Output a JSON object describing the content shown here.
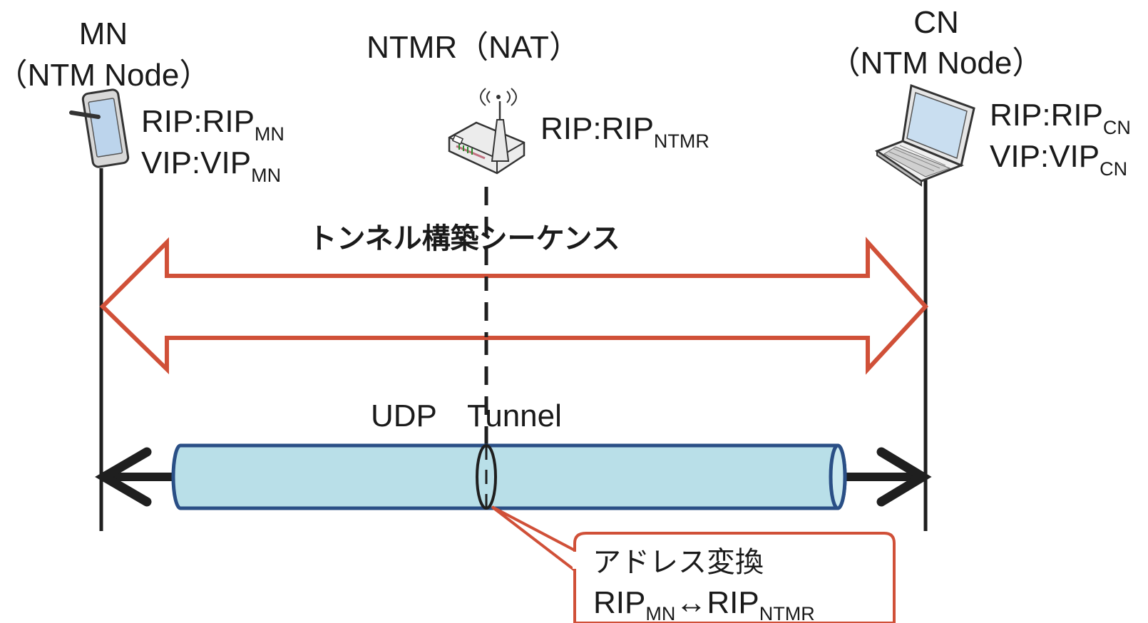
{
  "nodes": {
    "mn": {
      "name": "MN",
      "type": "（NTM Node）",
      "rip": {
        "prefix": "RIP:RIP",
        "sub": "MN"
      },
      "vip": {
        "prefix": "VIP:VIP",
        "sub": "MN"
      },
      "icon": "tablet-icon"
    },
    "ntmr": {
      "title": "NTMR（NAT）",
      "rip": {
        "prefix": "RIP:RIP",
        "sub": "NTMR"
      },
      "icon": "router-icon"
    },
    "cn": {
      "name": "CN",
      "type": "（NTM Node）",
      "rip": {
        "prefix": "RIP:RIP",
        "sub": "CN"
      },
      "vip": {
        "prefix": "VIP:VIP",
        "sub": "CN"
      },
      "icon": "laptop-icon"
    }
  },
  "sequence": {
    "label": "トンネル構築シーケンス"
  },
  "tunnel": {
    "label_udp": "UDP",
    "label_tunnel": "Tunnel"
  },
  "callout": {
    "line1": "アドレス変換",
    "rip_left": "RIP",
    "sub_left": "MN",
    "arrow": "↔",
    "rip_right": "RIP",
    "sub_right": "NTMR"
  },
  "colors": {
    "orange": "#d05038",
    "tunnel_fill": "#b9dfe8",
    "tunnel_stroke": "#2a4f86",
    "dark": "#1f1f1f"
  }
}
